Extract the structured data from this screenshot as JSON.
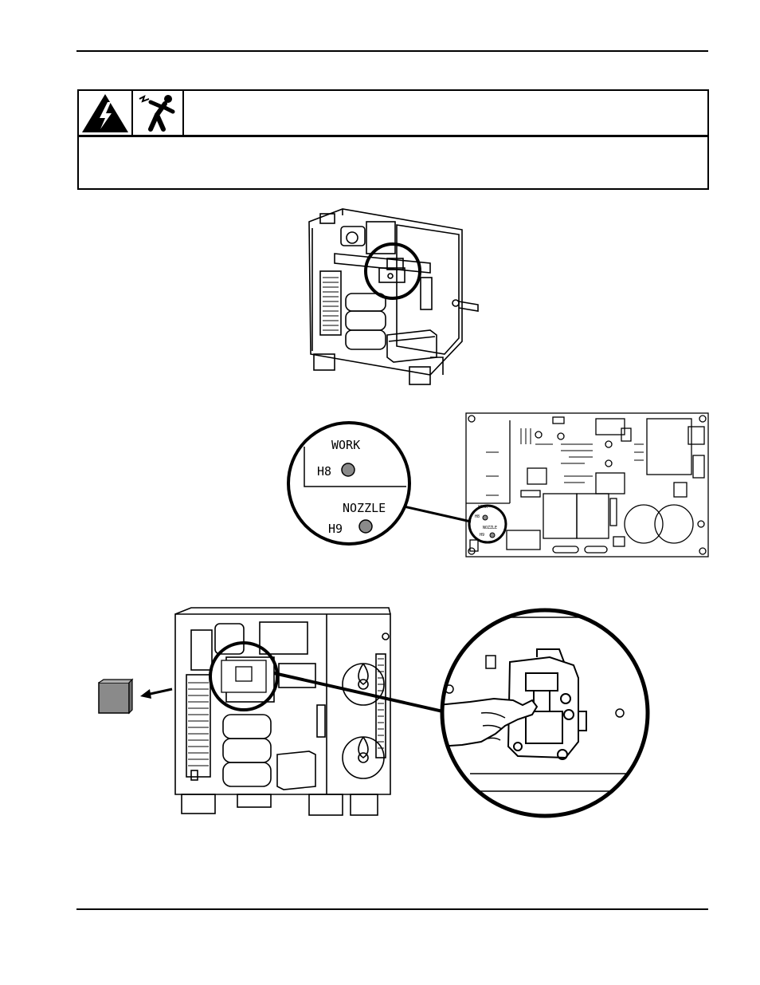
{
  "figure2": {
    "zoom": {
      "work_label": "WORK",
      "h8_label": "H8",
      "nozzle_label": "NOZZLE",
      "h9_label": "H9"
    },
    "pcb": {
      "work_label": "WORK",
      "h8_label": "H8",
      "nozzle_label": "NOZZLE",
      "h9_label": "H9"
    }
  },
  "colors": {
    "ink": "#000000",
    "gray_fill": "#8a8a8a",
    "paper": "#ffffff"
  }
}
